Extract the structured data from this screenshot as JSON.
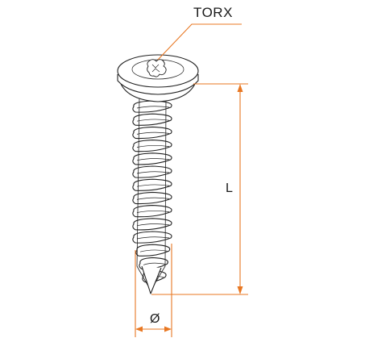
{
  "labels": {
    "head_type": "TORX",
    "length": "L",
    "diameter": "Ø"
  },
  "colors": {
    "dimension": "#e87722",
    "outline": "#222222",
    "fill": "#ffffff"
  },
  "icons": {
    "drive": "torx-drive-icon"
  }
}
